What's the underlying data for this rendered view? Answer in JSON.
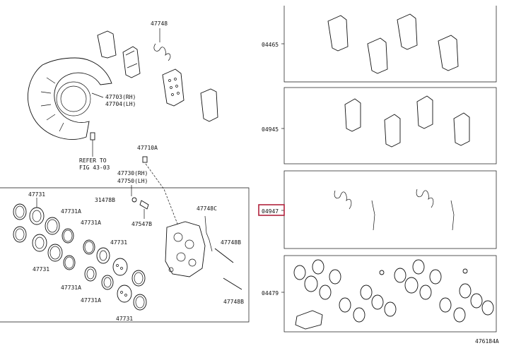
{
  "callouts": {
    "c47748_top": "47748",
    "c47703": "47703(RH)",
    "c47704": "47704(LH)",
    "refer1": "REFER TO",
    "refer2": "FIG 43-03",
    "c47710A": "47710A",
    "c47730": "47730(RH)",
    "c47750": "47750(LH)",
    "c31478B": "31478B",
    "c47547B": "47547B",
    "c47748C": "47748C",
    "c47748B_a": "47748B",
    "c47748B_b": "47748B",
    "c47731_1": "47731",
    "c47731A_1": "47731A",
    "c47731A_2": "47731A",
    "c47731_2": "47731",
    "c47731_3": "47731",
    "c47731A_3": "47731A",
    "c47731A_4": "47731A",
    "c47731_4": "47731"
  },
  "kits": {
    "k04465": "04465",
    "k04945": "04945",
    "k04947": "04947",
    "k04479": "04479"
  },
  "highlight_color": "#b0223c",
  "figure_id": "476184A"
}
